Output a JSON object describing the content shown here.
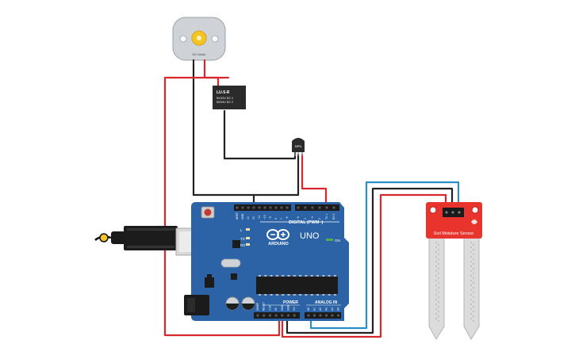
{
  "motor": {
    "label": "DC Motor"
  },
  "relay": {
    "title": "LU-5-R",
    "line1": "5V/12V DC 1",
    "line2": "5V/24V DC 2"
  },
  "transistor": {
    "label": "NPN"
  },
  "arduino": {
    "brand": "ARDUINO",
    "model": "UNO",
    "digital_label": "DIGITAL (PWM~)",
    "power_label": "POWER",
    "analog_label": "ANALOG IN",
    "on_label": "ON",
    "tx_label": "TX",
    "rx_label": "RX",
    "l_label": "L",
    "digital_pins": [
      "AREF",
      "GND",
      "13",
      "12",
      "~11",
      "~10",
      "~9",
      "8",
      "7",
      "~6",
      "~5",
      "4",
      "~3",
      "2",
      "TX 1",
      "RX 0"
    ],
    "power_pins": [
      "IOREF",
      "RESET",
      "3.3V",
      "5V",
      "GND",
      "GND",
      "Vin"
    ],
    "analog_pins": [
      "A0",
      "A1",
      "A2",
      "A3",
      "A4",
      "A5"
    ]
  },
  "sensor": {
    "label": "Soil Moisture Sensor"
  },
  "colors": {
    "board": "#2c63a6",
    "board_dark": "#1d4d86",
    "wire_red": "#d8282e",
    "wire_black": "#222222",
    "wire_blue": "#2a8fc4",
    "sensor_red": "#e8342c",
    "relay": "#2b2b2b"
  }
}
